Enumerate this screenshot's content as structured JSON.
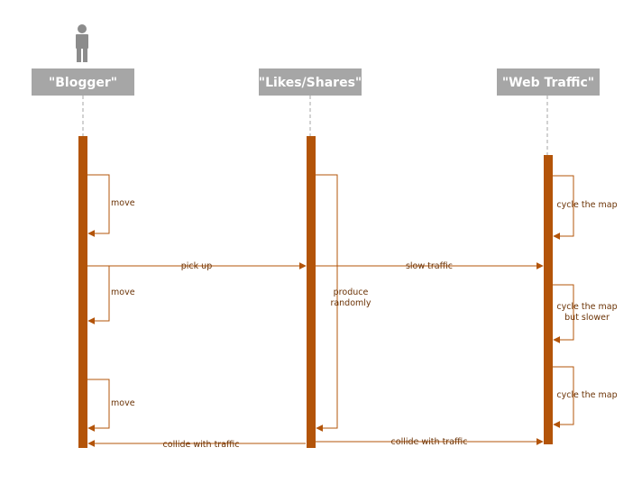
{
  "colors": {
    "accent": "#b35409",
    "actor_box": "#a6a6a6",
    "lifeline": "#a6a6a6",
    "text": "#6b3306"
  },
  "icons": {
    "actor": "person-icon"
  },
  "participants": [
    {
      "id": "blogger",
      "label": "\"Blogger\""
    },
    {
      "id": "likes",
      "label": "\"Likes/Shares\""
    },
    {
      "id": "traffic",
      "label": "\"Web Traffic\""
    }
  ],
  "messages": {
    "move_1": "move",
    "pick_up": "pick up",
    "slow_traffic": "slow traffic",
    "move_2": "move",
    "produce_randomly_1": "produce",
    "produce_randomly_2": "randomly",
    "move_3": "move",
    "collide_left": "collide with traffic",
    "collide_right": "collide with traffic",
    "cycle_map_1": "cycle the map",
    "cycle_slower_1": "cycle the map",
    "cycle_slower_2": "but slower",
    "cycle_map_2": "cycle the map"
  }
}
